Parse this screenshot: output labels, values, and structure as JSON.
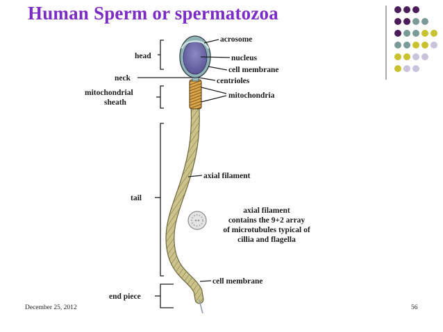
{
  "slide": {
    "title": "Human Sperm or spermatozoa",
    "date": "December 25, 2012",
    "page_number": "56"
  },
  "diagram": {
    "labels": {
      "acrosome": "acrosome",
      "nucleus": "nucleus",
      "cell_membrane_head": "cell membrane",
      "centrioles": "centrioles",
      "mitochondria": "mitochondria",
      "axial_filament": "axial filament",
      "axial_note_1": "axial filament",
      "axial_note_2": "contains the 9+2 array",
      "axial_note_3": "of microtubules typical of",
      "axial_note_4": "cillia and flagella",
      "cell_membrane_tail": "cell membrane"
    },
    "regions": {
      "head": "head",
      "neck": "neck",
      "mito_sheath_1": "mitochondrial",
      "mito_sheath_2": "sheath",
      "tail": "tail",
      "end_piece": "end piece"
    }
  },
  "colors": {
    "title": "#7b2cc4",
    "dot_purple": "#4b1c5a",
    "dot_teal": "#7a9a98",
    "dot_yellow": "#c8c22e",
    "dot_lavender": "#c9c3dc",
    "nucleus": "#6e6aa9",
    "head_outer": "#8fb2b6",
    "midpiece": "#b68a2a",
    "tail": "#cbc38a"
  }
}
